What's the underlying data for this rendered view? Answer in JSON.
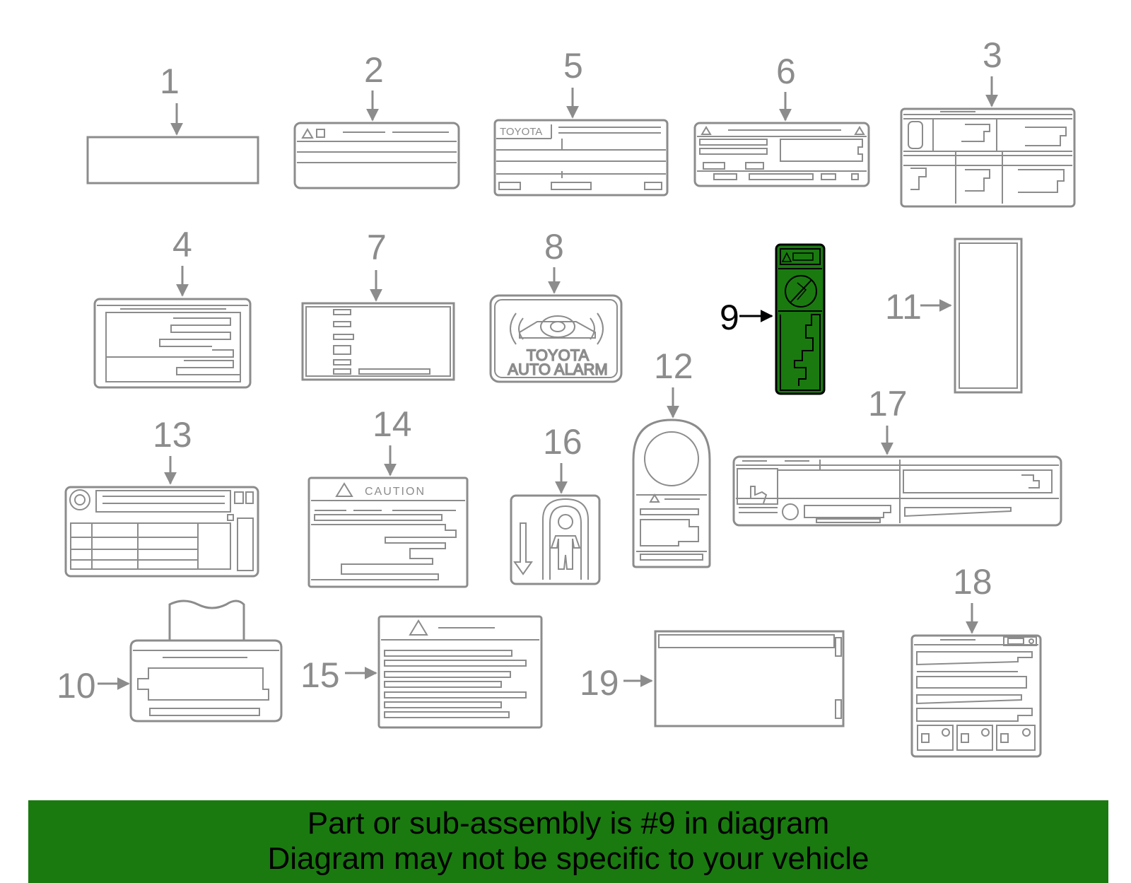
{
  "diagram": {
    "highlight_color": "#1a7a10",
    "part_color": "#8c8c8c",
    "selected_part": "9",
    "callouts": [
      "1",
      "2",
      "5",
      "6",
      "3",
      "4",
      "7",
      "8",
      "9",
      "11",
      "12",
      "13",
      "14",
      "16",
      "17",
      "10",
      "15",
      "19",
      "18"
    ],
    "label_texts": {
      "toyota": "TOYOTA",
      "alarm_line1": "TOYOTA",
      "alarm_line2": "AUTO ALARM",
      "caution": "CAUTION"
    }
  },
  "banner": {
    "line1": "Part or sub-assembly is #9 in diagram",
    "line2": "Diagram may not be specific to your vehicle",
    "bg": "#1a7a10"
  }
}
